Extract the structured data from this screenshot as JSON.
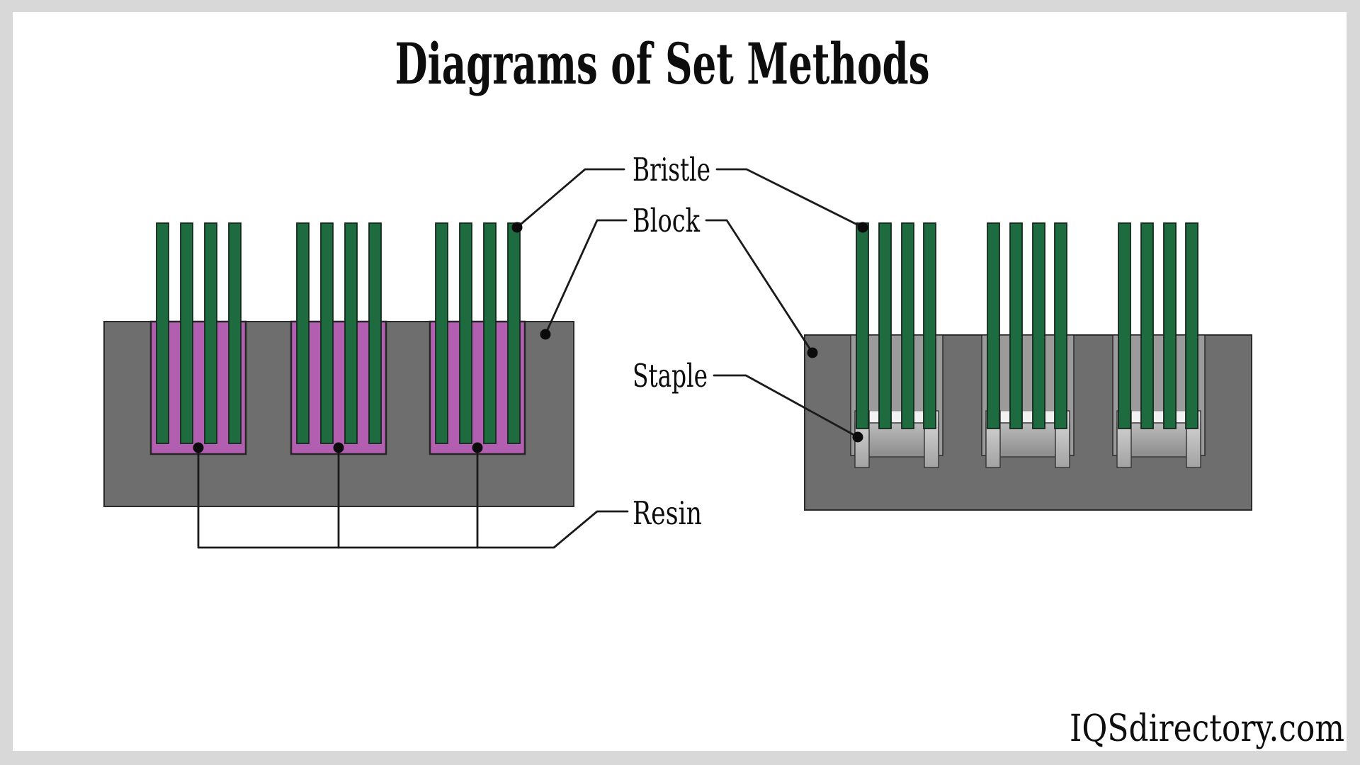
{
  "title": "Diagrams of Set Methods",
  "watermark": "IQSdirectory.com",
  "labels": {
    "bristle": "Bristle",
    "block": "Block",
    "staple": "Staple",
    "resin": "Resin"
  },
  "colors": {
    "page_bg": "#d8d8d8",
    "canvas": "#ffffff",
    "text": "#0d0d0d",
    "block_gray": "#6e6e6e",
    "block_stroke": "#2b2b2b",
    "bristle_green": "#1d6b3e",
    "bristle_stroke": "#16281d",
    "resin_magenta": "#b35fb1",
    "resin_stroke": "#272727",
    "hole_gray": "#9b9b9b",
    "staple_band": "#f1f1f1",
    "line": "#1a1a1a",
    "dot": "#0b0b0b"
  }
}
